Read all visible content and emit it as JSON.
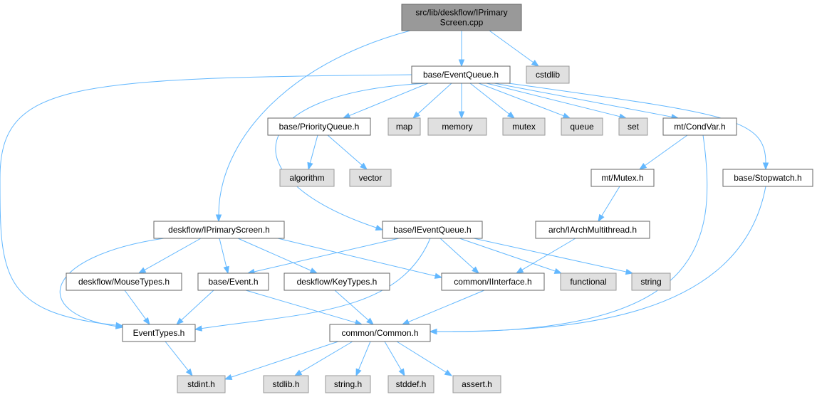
{
  "graph": {
    "edge_color": "#63b8ff",
    "nodes": [
      {
        "id": "root",
        "kind": "root",
        "lines": [
          "src/lib/deskflow/IPrimary",
          "Screen.cpp"
        ]
      },
      {
        "id": "eventqueue",
        "kind": "local",
        "lines": [
          "base/EventQueue.h"
        ]
      },
      {
        "id": "cstdlib",
        "kind": "system",
        "lines": [
          "cstdlib"
        ]
      },
      {
        "id": "pq",
        "kind": "local",
        "lines": [
          "base/PriorityQueue.h"
        ]
      },
      {
        "id": "map",
        "kind": "system",
        "lines": [
          "map"
        ]
      },
      {
        "id": "memory",
        "kind": "system",
        "lines": [
          "memory"
        ]
      },
      {
        "id": "mutex",
        "kind": "system",
        "lines": [
          "mutex"
        ]
      },
      {
        "id": "queue",
        "kind": "system",
        "lines": [
          "queue"
        ]
      },
      {
        "id": "set",
        "kind": "system",
        "lines": [
          "set"
        ]
      },
      {
        "id": "condvar",
        "kind": "local",
        "lines": [
          "mt/CondVar.h"
        ]
      },
      {
        "id": "algorithm",
        "kind": "system",
        "lines": [
          "algorithm"
        ]
      },
      {
        "id": "vector",
        "kind": "system",
        "lines": [
          "vector"
        ]
      },
      {
        "id": "mtmutex",
        "kind": "local",
        "lines": [
          "mt/Mutex.h"
        ]
      },
      {
        "id": "stopwatch",
        "kind": "local",
        "lines": [
          "base/Stopwatch.h"
        ]
      },
      {
        "id": "iarch",
        "kind": "local",
        "lines": [
          "arch/IArchMultithread.h"
        ]
      },
      {
        "id": "ipscreen",
        "kind": "local",
        "lines": [
          "deskflow/IPrimaryScreen.h"
        ]
      },
      {
        "id": "ieventqueue",
        "kind": "local",
        "lines": [
          "base/IEventQueue.h"
        ]
      },
      {
        "id": "mousetypes",
        "kind": "local",
        "lines": [
          "deskflow/MouseTypes.h"
        ]
      },
      {
        "id": "event",
        "kind": "local",
        "lines": [
          "base/Event.h"
        ]
      },
      {
        "id": "keytypes",
        "kind": "local",
        "lines": [
          "deskflow/KeyTypes.h"
        ]
      },
      {
        "id": "iinterface",
        "kind": "local",
        "lines": [
          "common/IInterface.h"
        ]
      },
      {
        "id": "functional",
        "kind": "system",
        "lines": [
          "functional"
        ]
      },
      {
        "id": "string",
        "kind": "system",
        "lines": [
          "string"
        ]
      },
      {
        "id": "eventtypes",
        "kind": "local",
        "lines": [
          "EventTypes.h"
        ]
      },
      {
        "id": "common",
        "kind": "local",
        "lines": [
          "common/Common.h"
        ]
      },
      {
        "id": "stdint",
        "kind": "system",
        "lines": [
          "stdint.h"
        ]
      },
      {
        "id": "stdlib",
        "kind": "system",
        "lines": [
          "stdlib.h"
        ]
      },
      {
        "id": "stringh",
        "kind": "system",
        "lines": [
          "string.h"
        ]
      },
      {
        "id": "stddef",
        "kind": "system",
        "lines": [
          "stddef.h"
        ]
      },
      {
        "id": "assert",
        "kind": "system",
        "lines": [
          "assert.h"
        ]
      }
    ],
    "edges": [
      {
        "from": "root",
        "to": "eventqueue"
      },
      {
        "from": "root",
        "to": "cstdlib"
      },
      {
        "from": "root",
        "to": "ipscreen"
      },
      {
        "from": "eventqueue",
        "to": "pq"
      },
      {
        "from": "eventqueue",
        "to": "map"
      },
      {
        "from": "eventqueue",
        "to": "memory"
      },
      {
        "from": "eventqueue",
        "to": "mutex"
      },
      {
        "from": "eventqueue",
        "to": "queue"
      },
      {
        "from": "eventqueue",
        "to": "set"
      },
      {
        "from": "eventqueue",
        "to": "condvar"
      },
      {
        "from": "eventqueue",
        "to": "stopwatch"
      },
      {
        "from": "eventqueue",
        "to": "ieventqueue"
      },
      {
        "from": "eventqueue",
        "to": "eventtypes"
      },
      {
        "from": "pq",
        "to": "algorithm"
      },
      {
        "from": "pq",
        "to": "vector"
      },
      {
        "from": "condvar",
        "to": "mtmutex"
      },
      {
        "from": "condvar",
        "to": "common"
      },
      {
        "from": "mtmutex",
        "to": "iarch"
      },
      {
        "from": "iarch",
        "to": "iinterface"
      },
      {
        "from": "stopwatch",
        "to": "common"
      },
      {
        "from": "ipscreen",
        "to": "mousetypes"
      },
      {
        "from": "ipscreen",
        "to": "event"
      },
      {
        "from": "ipscreen",
        "to": "keytypes"
      },
      {
        "from": "ipscreen",
        "to": "iinterface"
      },
      {
        "from": "ipscreen",
        "to": "eventtypes"
      },
      {
        "from": "ieventqueue",
        "to": "event"
      },
      {
        "from": "ieventqueue",
        "to": "iinterface"
      },
      {
        "from": "ieventqueue",
        "to": "functional"
      },
      {
        "from": "ieventqueue",
        "to": "string"
      },
      {
        "from": "ieventqueue",
        "to": "eventtypes"
      },
      {
        "from": "mousetypes",
        "to": "eventtypes"
      },
      {
        "from": "event",
        "to": "eventtypes"
      },
      {
        "from": "event",
        "to": "common"
      },
      {
        "from": "keytypes",
        "to": "common"
      },
      {
        "from": "iinterface",
        "to": "common"
      },
      {
        "from": "eventtypes",
        "to": "stdint"
      },
      {
        "from": "common",
        "to": "stdint"
      },
      {
        "from": "common",
        "to": "stdlib"
      },
      {
        "from": "common",
        "to": "stringh"
      },
      {
        "from": "common",
        "to": "stddef"
      },
      {
        "from": "common",
        "to": "assert"
      }
    ]
  }
}
